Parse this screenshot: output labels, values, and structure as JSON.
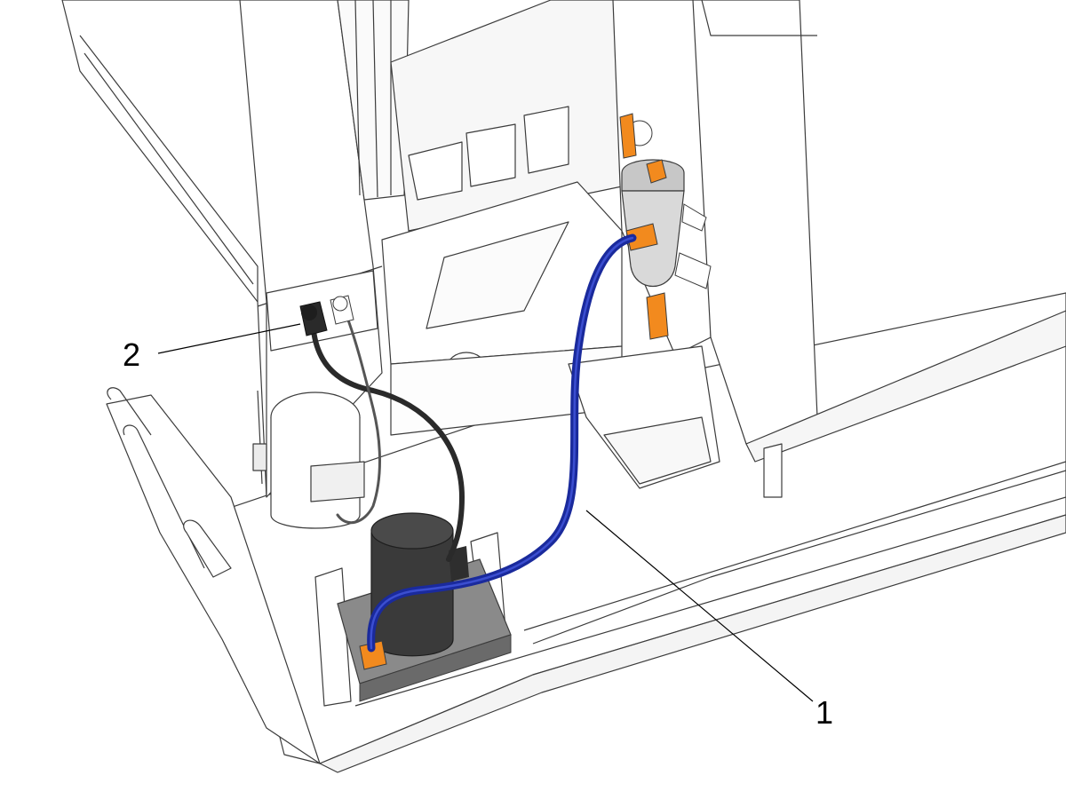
{
  "callouts": [
    {
      "id": "1",
      "label": "1"
    },
    {
      "id": "2",
      "label": "2"
    }
  ],
  "colors": {
    "hose": "#1a2a9c",
    "fittings": "#f28a1e",
    "cable": "#2a2a2a",
    "motor": "#3a3a3a",
    "base_plate": "#8a8a8a",
    "filter_housing": "#d9d9d9",
    "panel": "#ffffff",
    "outline": "#3c3c3c"
  }
}
